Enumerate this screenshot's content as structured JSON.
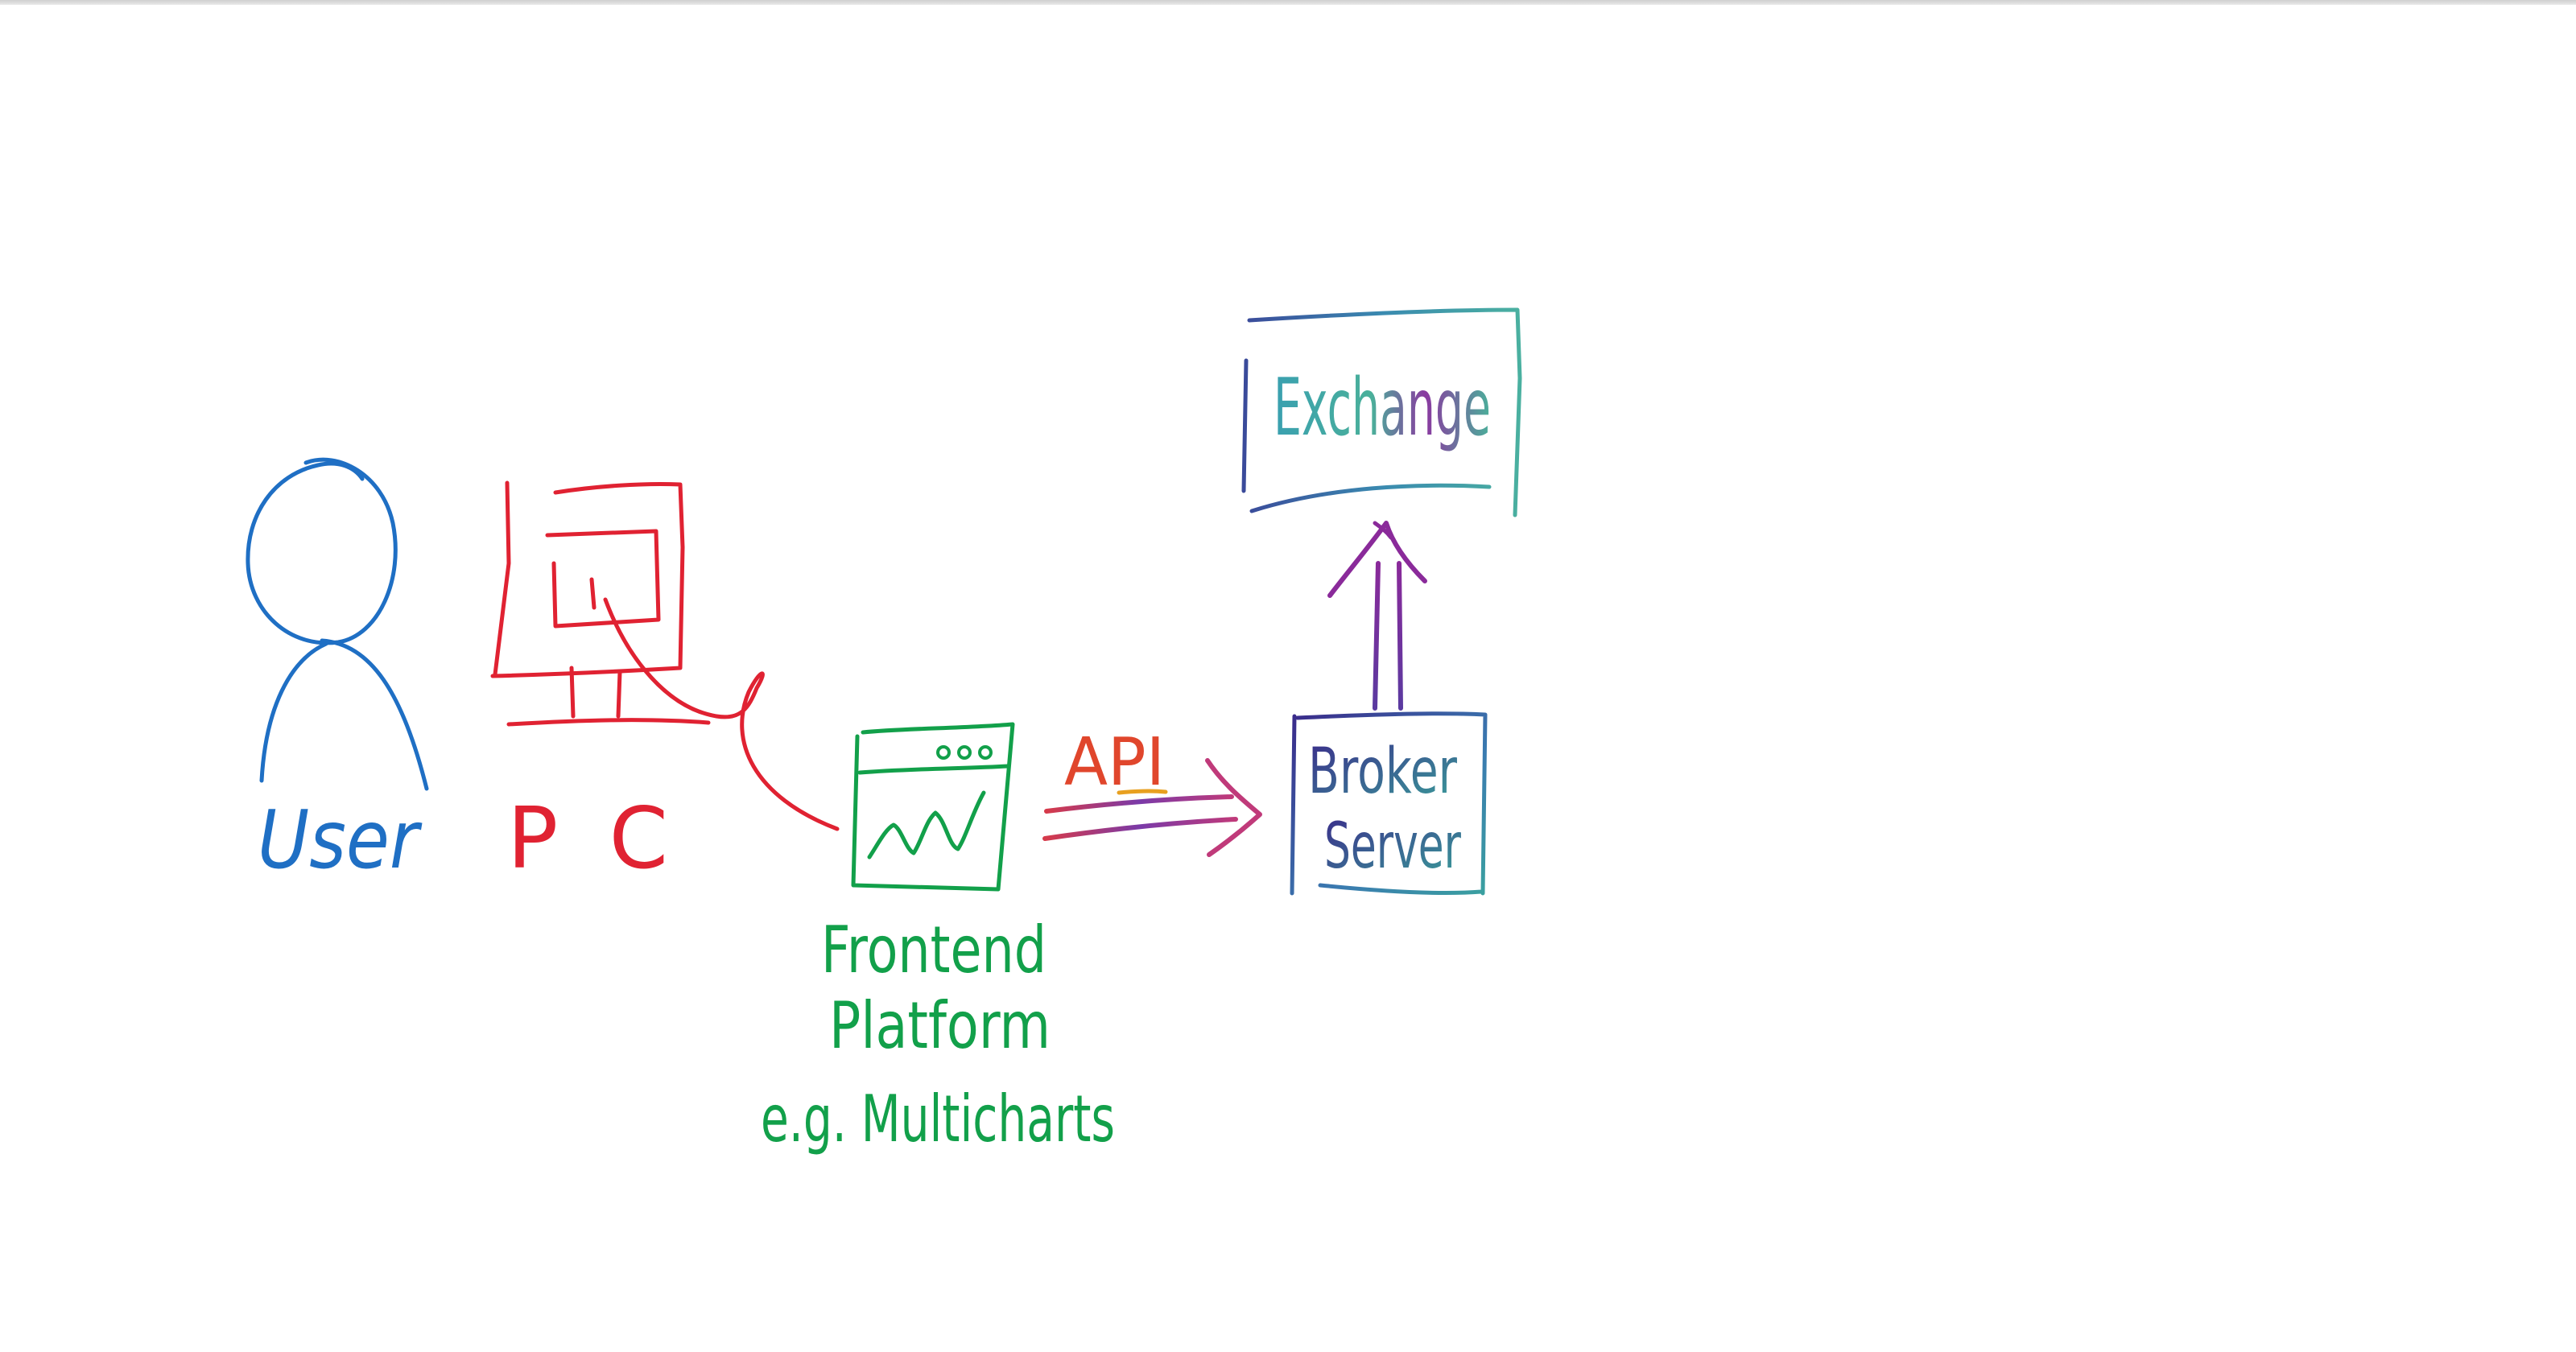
{
  "labels": {
    "user": "User",
    "pc": "PC",
    "frontend_line1": "Frontend",
    "frontend_line2": "Platform",
    "frontend_line3": "e.g. Multicharts",
    "api": "API",
    "broker_line1": "Broker",
    "broker_line2": "Server",
    "exchange": "Exchange"
  },
  "colors": {
    "user": "#1f6fc4",
    "pc": "#e02232",
    "frontend": "#12a04a",
    "api_text": "#e0462c",
    "api_underline": "#e8a020",
    "arrow_start": "#d63a4a",
    "arrow_mid": "#7a3aa8",
    "arrow_end": "#2a5cc0",
    "broker_start": "#3a2a8a",
    "broker_end": "#3aa0a0",
    "exchange_start": "#3a6ab0",
    "exchange_end": "#4ab09a",
    "up_arrow": "#7a2a9a"
  },
  "icons": [
    "person-icon",
    "monitor-icon",
    "app-window-icon",
    "chart-wave-icon"
  ]
}
